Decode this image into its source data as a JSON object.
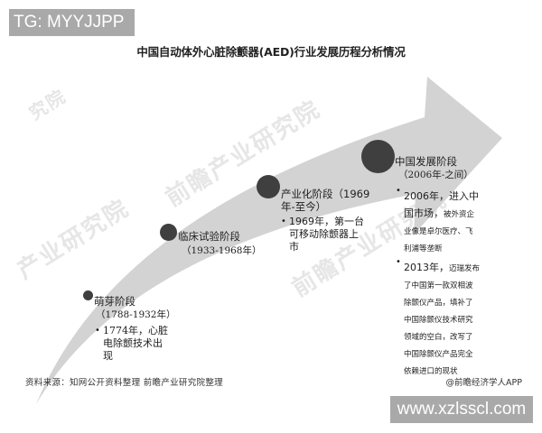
{
  "overlay_tags": {
    "top": "TG: MYYJJPP",
    "bottom": "www.xzlsscl.com"
  },
  "title": "中国自动体外心脏除颤器(AED)行业发展历程分析情况",
  "watermark": {
    "text_a": "前瞻产业研究院",
    "text_b": "产业研究院",
    "text_c": "究院"
  },
  "colors": {
    "arrow": "#d3d3d3",
    "dot": "#3f3f3f",
    "tag_bg": "#a9a9a9"
  },
  "stages": [
    {
      "name": "萌芽阶段",
      "period": "（1788-1932年）",
      "events": [
        "1774年，心脏电除颤技术出现"
      ],
      "event_lines": [
        [
          "1774年，心脏",
          "电除颤技术出",
          "现"
        ]
      ]
    },
    {
      "name": "临床试验阶段",
      "period": "（1933-1968年）",
      "events": []
    },
    {
      "name": "产业化阶段（1969年-至今）",
      "name_lines": [
        "产业化阶段（1969",
        "年-至今）"
      ],
      "events": [
        "1969年，第一台可移动除颤器上市"
      ],
      "event_lines": [
        [
          "1969年，第一台",
          "可移动除颤器上",
          "市"
        ]
      ]
    },
    {
      "name": "中国发展阶段",
      "period": "（2006年-之间）",
      "events": [
        "2006年，进入中国市场，被外资企业像是卓尔医疗、飞利浦等垄断",
        "2013年，迈瑞发布了中国第一款双相波除颤仪产品，填补了中国除颤仪技术研究领域的空白，改写了中国除颤仪产品完全依赖进口的现状"
      ],
      "event_parts": [
        {
          "lead": "2006年，进入中",
          "rest": [
            "国市场，",
            "被外资企",
            "业像是卓尔医疗、飞",
            "利浦等垄断"
          ]
        },
        {
          "lead": "2013年，",
          "rest": [
            "迈瑞发布",
            "了中国第一款双相波",
            "除颤仪产品，填补了",
            "中国除颤仪技术研究",
            "领域的空白，改写了",
            "中国除颤仪产品完全",
            "依赖进口的现状"
          ]
        }
      ]
    }
  ],
  "footer": {
    "source": "资料来源：知网公开资料整理 前瞻产业研究院整理",
    "credit": "@前瞻经济学人APP"
  }
}
